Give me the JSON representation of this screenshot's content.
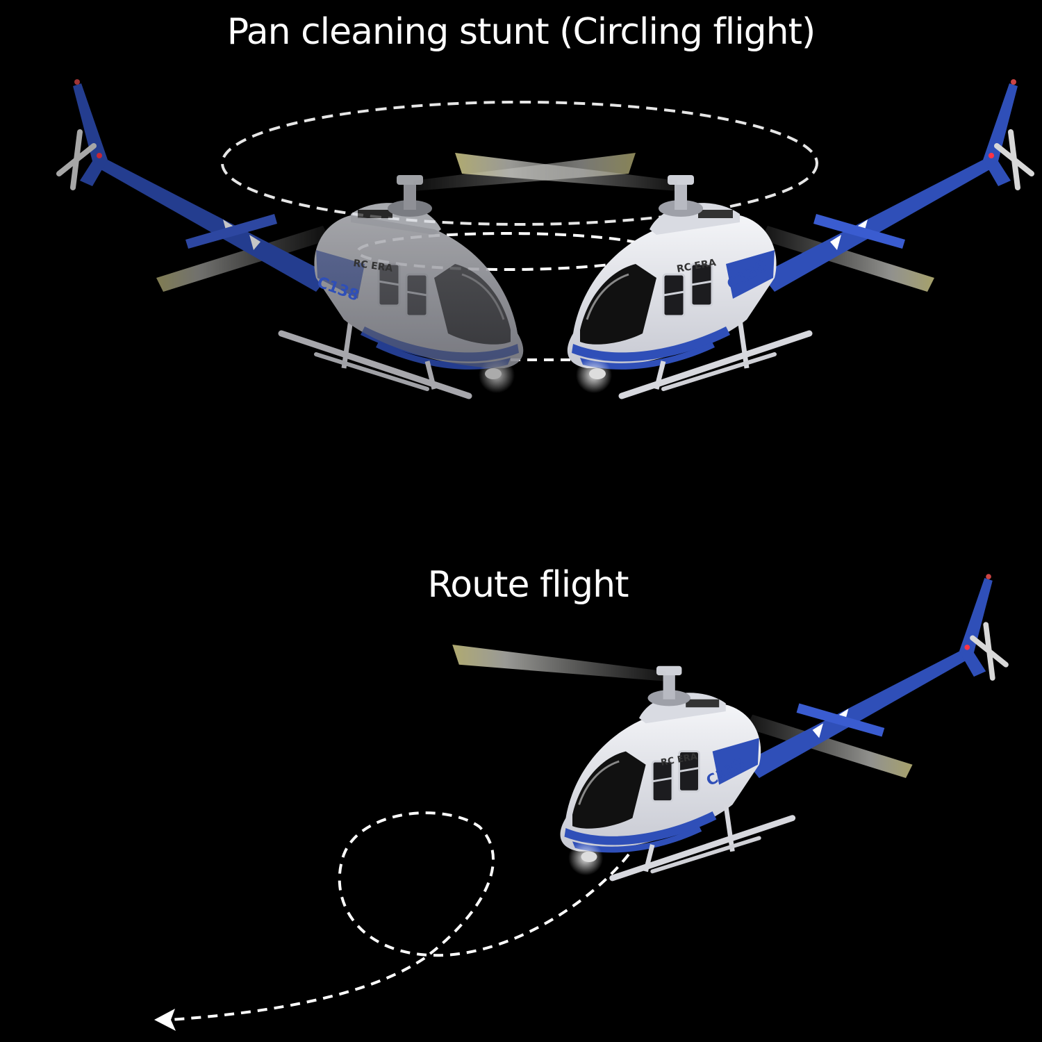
{
  "captions": {
    "circling": "Pan cleaning stunt (Circling flight)",
    "route": "Route flight"
  },
  "livery": {
    "brand": "RC ERA",
    "model": "C138"
  },
  "colors": {
    "background": "#000000",
    "livery_blue": "#2f4fb8",
    "fuselage_white": "#e8e9ee",
    "path_line": "#ffffff",
    "rotor_tip": "#d9d28a"
  }
}
